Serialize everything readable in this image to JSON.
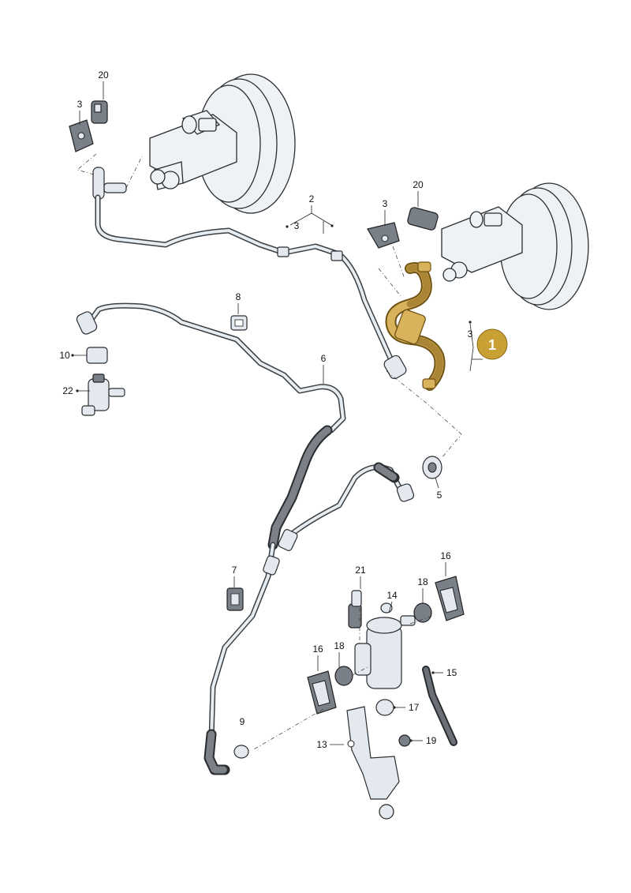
{
  "callouts": [
    {
      "id": "c20a",
      "text": "20"
    },
    {
      "id": "c3a",
      "text": "3"
    },
    {
      "id": "c2",
      "text": "2"
    },
    {
      "id": "c3b",
      "text": "3"
    },
    {
      "id": "c20b",
      "text": "20"
    },
    {
      "id": "c3c",
      "text": "3"
    },
    {
      "id": "c8",
      "text": "8"
    },
    {
      "id": "c3d",
      "text": "3"
    },
    {
      "id": "c10",
      "text": "10"
    },
    {
      "id": "c6",
      "text": "6"
    },
    {
      "id": "c22",
      "text": "22"
    },
    {
      "id": "c5",
      "text": "5"
    },
    {
      "id": "c7",
      "text": "7"
    },
    {
      "id": "c21",
      "text": "21"
    },
    {
      "id": "c14",
      "text": "14"
    },
    {
      "id": "c18a",
      "text": "18"
    },
    {
      "id": "c16a",
      "text": "16"
    },
    {
      "id": "c16b",
      "text": "16"
    },
    {
      "id": "c18b",
      "text": "18"
    },
    {
      "id": "c15",
      "text": "15"
    },
    {
      "id": "c17",
      "text": "17"
    },
    {
      "id": "c9",
      "text": "9"
    },
    {
      "id": "c13",
      "text": "13"
    },
    {
      "id": "c19",
      "text": "19"
    }
  ],
  "highlight_badge": {
    "text": "1",
    "color": "#c9a033"
  },
  "colors": {
    "highlight": "#d9b25c",
    "line": "#2a2e32",
    "part_fill": "#e3e9ee"
  }
}
